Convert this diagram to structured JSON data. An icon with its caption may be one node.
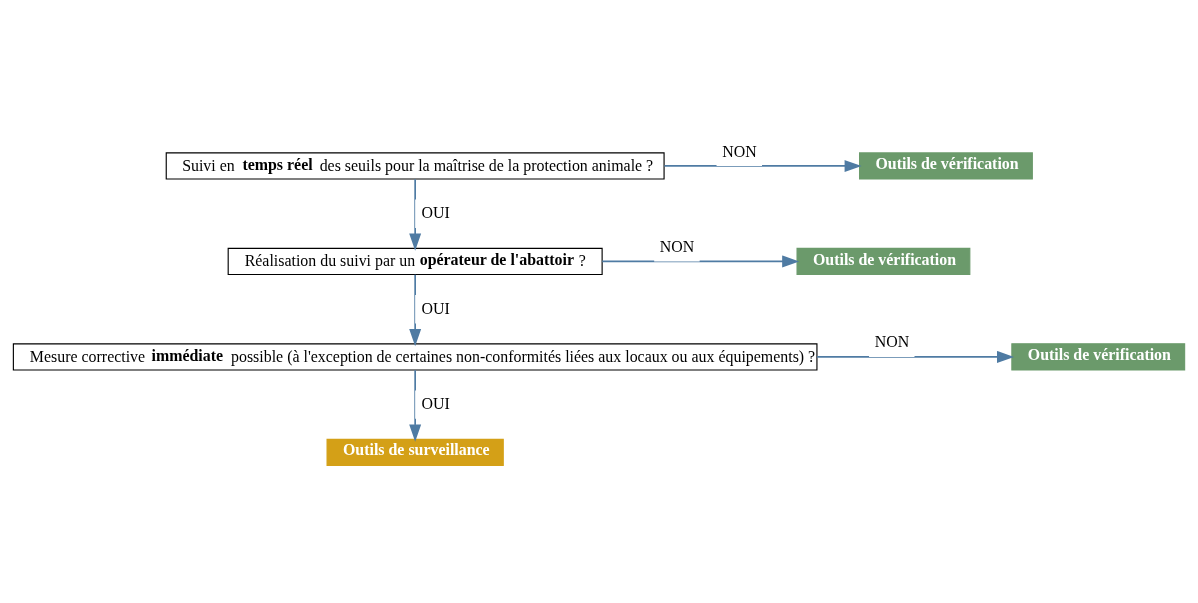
{
  "diagram": {
    "nodes": [
      {
        "text": [
          "Suivi en **temps réel** des seuils pour la maîtrise de la protection animale ?"
        ]
      },
      {
        "text": [
          "Outils de vérification"
        ]
      },
      {
        "text": [
          "Réalisation du suivi par un **opérateur de l'abattoir** ?"
        ]
      },
      {
        "text": [
          "Outils de vérification"
        ]
      },
      {
        "text": [
          "Mesure corrective **immédiate** possible (à l'exception de certaines non-conformités liées aux locaux ou aux équipements) ?"
        ]
      },
      {
        "text": [
          "Outils de vérification"
        ]
      },
      {
        "text": [
          "Outils de surveillance"
        ]
      }
    ],
    "edges": [
      {
        "from": 0,
        "to": 1,
        "arrow": "to",
        "label": "NON"
      },
      {
        "from": 0,
        "to": 2,
        "arrow": "to",
        "label": "OUI"
      },
      {
        "from": 2,
        "to": 3,
        "arrow": "to",
        "label": "NON"
      },
      {
        "from": 2,
        "to": 4,
        "arrow": "to",
        "label": "OUI"
      },
      {
        "from": 4,
        "to": 5,
        "arrow": "to",
        "label": "NON"
      },
      {
        "from": 4,
        "to": 6,
        "arrow": "to",
        "label": "OUI"
      }
    ]
  }
}
